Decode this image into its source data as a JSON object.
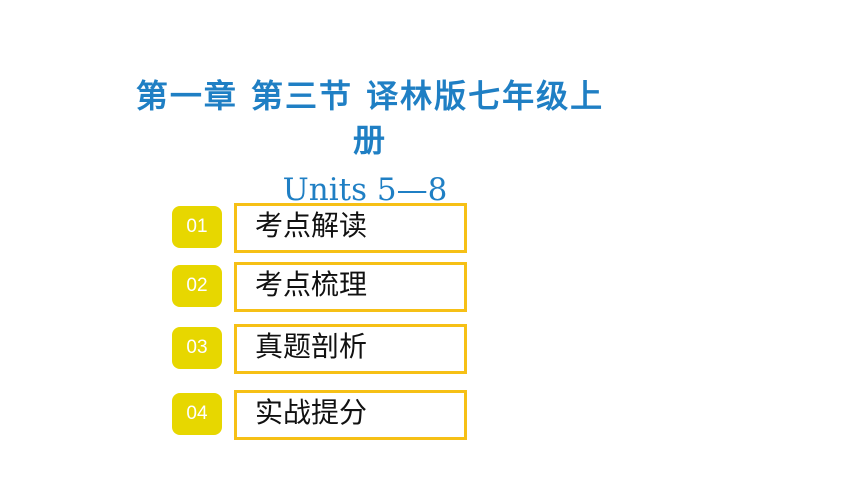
{
  "title": {
    "line1": "第一章 第三节  译林版七年级上",
    "line2": "册",
    "subtitle": "Units 5—8"
  },
  "menu": {
    "items": [
      {
        "number": "01",
        "label": "考点解读"
      },
      {
        "number": "02",
        "label": "考点梳理"
      },
      {
        "number": "03",
        "label": "真题剖析"
      },
      {
        "number": "04",
        "label": "实战提分"
      }
    ]
  },
  "colors": {
    "title": "#1f7fc4",
    "badge": "#e7d700",
    "border": "#f6c016"
  }
}
